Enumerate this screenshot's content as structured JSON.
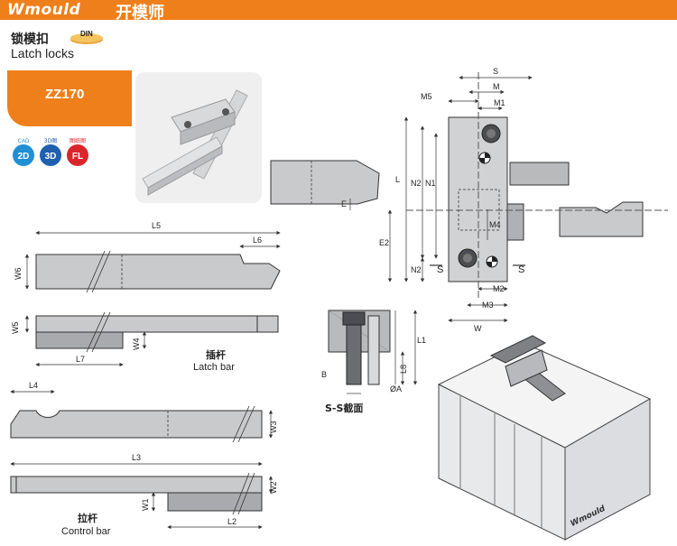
{
  "header": {
    "brand": "Wmould",
    "brand_cn": "开模师"
  },
  "title": {
    "cn": "锁模扣",
    "en": "Latch locks",
    "badge": "DIN"
  },
  "product": {
    "code": "ZZ170"
  },
  "badges": [
    {
      "top": "CAD",
      "main": "2D",
      "color": "#1f8fd6"
    },
    {
      "top": "3D图",
      "main": "3D",
      "color": "#1f5fb0"
    },
    {
      "top": "图纸图",
      "main": "FL",
      "color": "#d9262b"
    }
  ],
  "dimensions": {
    "S": "S",
    "M": "M",
    "M1": "M1",
    "M5": "M5",
    "L": "L",
    "N2": "N2",
    "N1": "N1",
    "E": "E",
    "E2": "E2",
    "M4": "M4",
    "M2": "M2",
    "M3": "M3",
    "W": "W",
    "L5": "L5",
    "L6": "L6",
    "W6": "W6",
    "W5": "W5",
    "W4": "W4",
    "L7": "L7",
    "L4": "L4",
    "W3": "W3",
    "L3": "L3",
    "W2": "W2",
    "W1": "W1",
    "L2": "L2",
    "L1": "L1",
    "L8": "L8",
    "B": "B",
    "A": "ØA"
  },
  "labels": {
    "latch_bar_cn": "插杆",
    "latch_bar_en": "Latch bar",
    "control_bar_cn": "拉杆",
    "control_bar_en": "Control bar",
    "section": "S-S截面",
    "watermark": "Wmould"
  },
  "colors": {
    "accent": "#ef7f1a",
    "part_fill": "#c9cacc",
    "part_dark": "#9ea0a3",
    "line": "#333333"
  }
}
